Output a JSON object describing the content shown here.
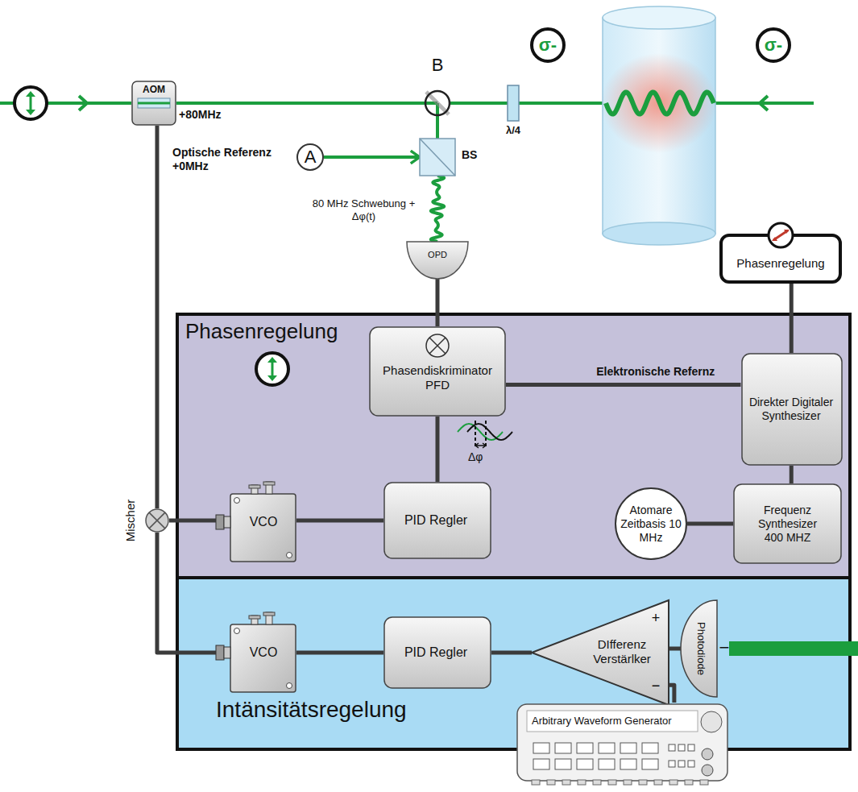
{
  "diagram": {
    "nodes": [
      {
        "text": [
          "AOM"
        ]
      },
      {
        "text": [
          "B"
        ]
      },
      {
        "text": [
          "λ/4"
        ]
      },
      {
        "text": [
          "σ-"
        ]
      },
      {
        "text": [
          "σ-"
        ]
      },
      {
        "text": [
          "A"
        ]
      },
      {
        "text": [
          "BS"
        ]
      },
      {
        "text": [
          "OPD"
        ]
      },
      {
        "text": [
          "Phasenregelung"
        ]
      },
      {
        "text": [
          "Phasenregelung"
        ]
      },
      {
        "text": [
          "Phasendiskriminator PFD"
        ],
        "in": 9
      },
      {
        "text": [
          "Direkter Digitaler Synthesizer"
        ],
        "in": 9
      },
      {
        "text": [
          "VCO"
        ],
        "in": 9
      },
      {
        "text": [
          "PID Regler"
        ],
        "in": 9
      },
      {
        "text": [
          "Atomare Zeitbasis 10 MHz"
        ],
        "in": 9
      },
      {
        "text": [
          "Frequenz Synthesizer 400 MHZ"
        ],
        "in": 9
      },
      {
        "text": [
          "Mischer"
        ]
      },
      {
        "text": [
          "Intänsitätsregelung"
        ]
      },
      {
        "text": [
          "VCO"
        ],
        "in": 17
      },
      {
        "text": [
          "PID Regler"
        ],
        "in": 17
      },
      {
        "text": [
          "DIfferenz Verstärlker",
          "+",
          "−"
        ],
        "in": 17
      },
      {
        "text": [
          "Photodiode",
          "−"
        ],
        "in": 17
      },
      {
        "text": [
          "Arbitrary Waveform Generator"
        ],
        "in": 17
      }
    ],
    "edges": [
      {
        "from": 0,
        "to": 1,
        "arrow": "none"
      },
      {
        "from": 1,
        "to": 2,
        "arrow": "none"
      },
      {
        "from": 5,
        "to": 6,
        "arrow": "to"
      },
      {
        "from": 1,
        "to": 6,
        "arrow": "none"
      },
      {
        "from": 6,
        "to": 7,
        "arrow": "none"
      },
      {
        "from": 7,
        "to": 10,
        "arrow": "none"
      },
      {
        "from": 10,
        "to": 13,
        "arrow": "none"
      },
      {
        "from": 13,
        "to": 12,
        "arrow": "none"
      },
      {
        "from": 12,
        "to": 16,
        "arrow": "none"
      },
      {
        "from": 11,
        "to": 10,
        "label": "Elektronische Refernz",
        "arrow": "none"
      },
      {
        "from": 11,
        "to": 8,
        "arrow": "none"
      },
      {
        "from": 15,
        "to": 11,
        "arrow": "none"
      },
      {
        "from": 14,
        "to": 15,
        "arrow": "none"
      },
      {
        "from": 16,
        "to": 0,
        "arrow": "none"
      },
      {
        "from": 18,
        "to": 16,
        "arrow": "none"
      },
      {
        "from": 19,
        "to": 18,
        "arrow": "none"
      },
      {
        "from": 20,
        "to": 19,
        "arrow": "none"
      },
      {
        "from": 21,
        "to": 20,
        "arrow": "none"
      },
      {
        "from": 22,
        "to": 20,
        "arrow": "none"
      }
    ],
    "labels": [
      "+80MHz",
      "Optische Referenz +0MHz",
      "80 MHz Schwebung + Δφ(t)",
      "Δφ"
    ]
  }
}
